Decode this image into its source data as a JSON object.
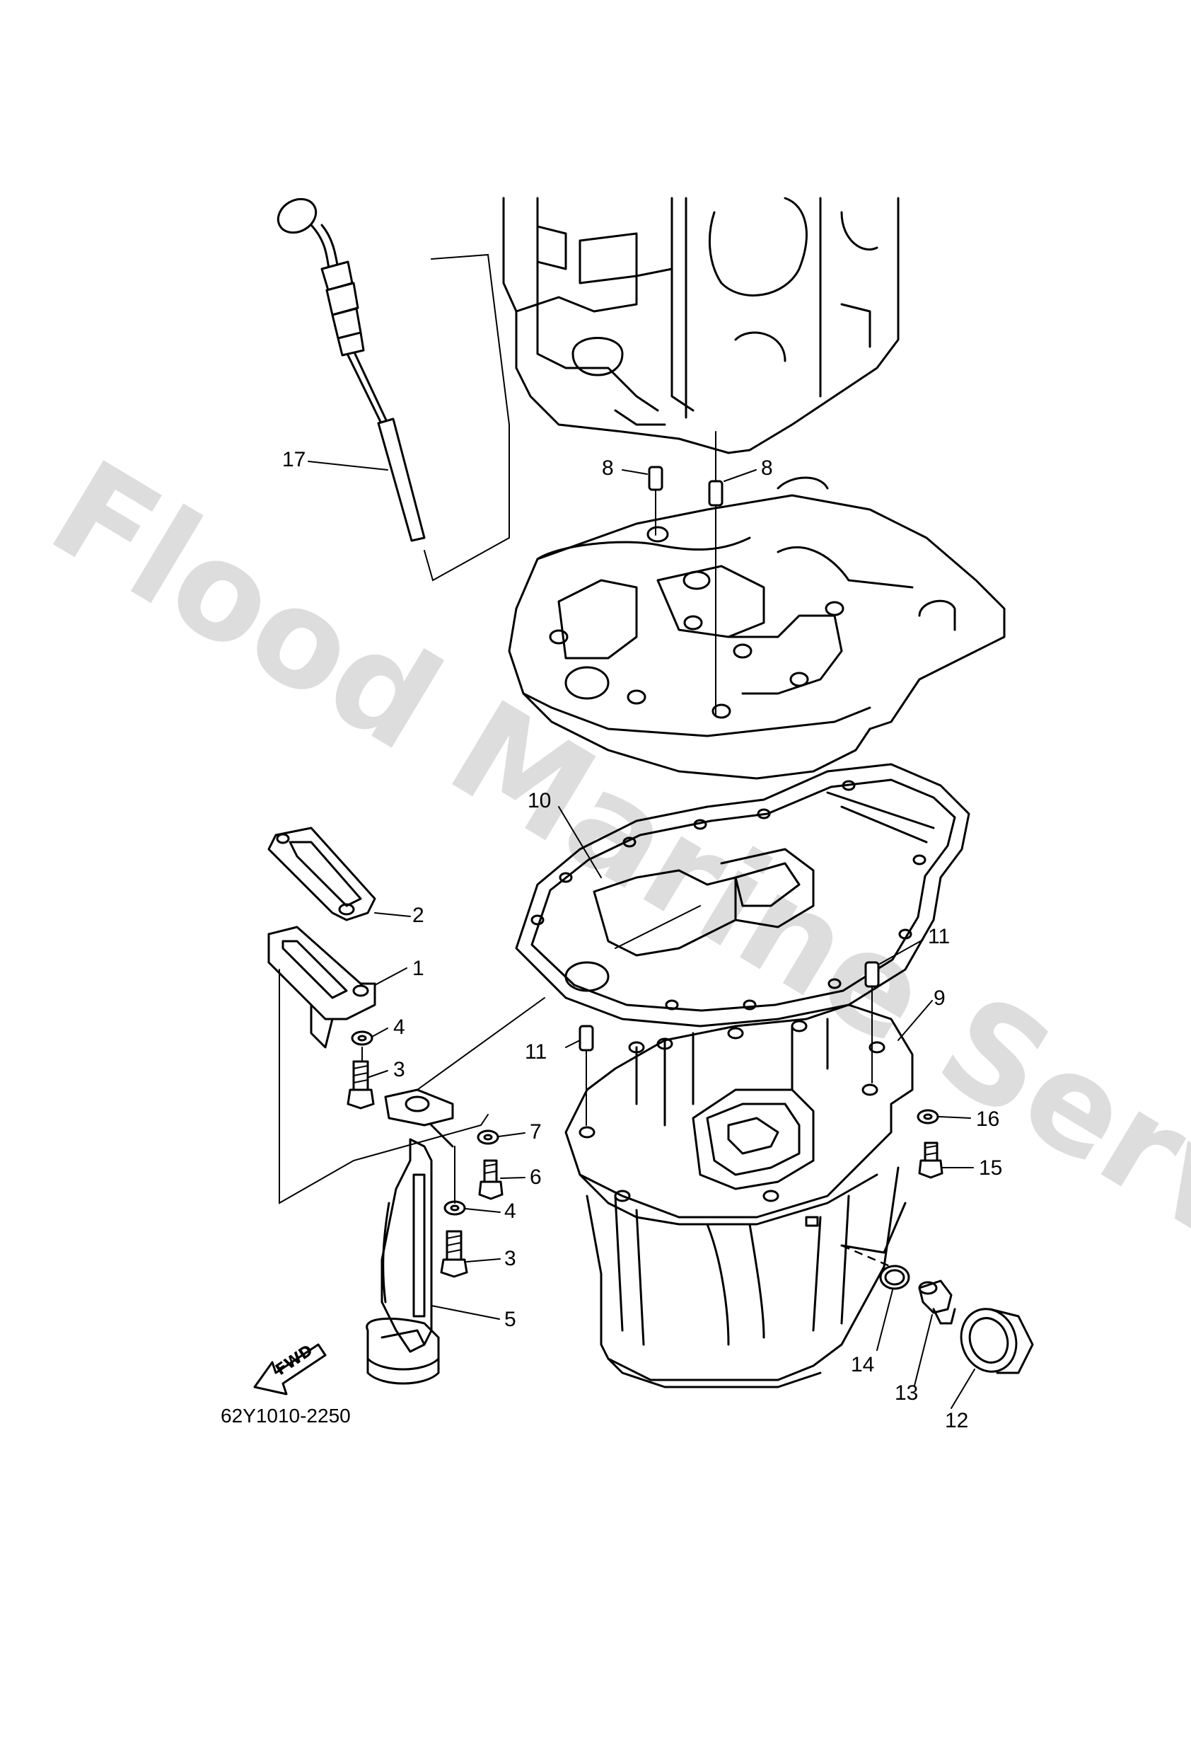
{
  "diagram": {
    "watermark": "Flood Marine Services",
    "part_number": "62Y1010-2250",
    "fwd_label": "FWD"
  },
  "callouts": {
    "c1": "1",
    "c2": "2",
    "c3a": "3",
    "c3b": "3",
    "c4a": "4",
    "c4b": "4",
    "c5": "5",
    "c6": "6",
    "c7": "7",
    "c8a": "8",
    "c8b": "8",
    "c9": "9",
    "c10": "10",
    "c11a": "11",
    "c11b": "11",
    "c12": "12",
    "c13": "13",
    "c14": "14",
    "c15": "15",
    "c16": "16",
    "c17": "17"
  }
}
